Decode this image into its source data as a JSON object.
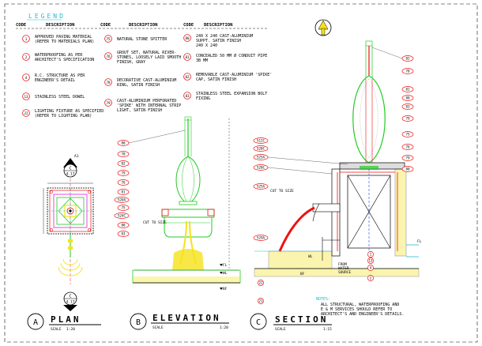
{
  "legend": {
    "title": "LEGEND",
    "columns": [
      {
        "code_header": "CODE",
        "desc_header": "DESCRIPTION"
      },
      {
        "code_header": "CODE",
        "desc_header": "DESCRIPTION"
      },
      {
        "code_header": "CODE",
        "desc_header": "DESCRIPTION"
      }
    ],
    "col1": [
      {
        "code": "1",
        "l1": "APPROVED PAVING MATERIAL",
        "l2": "(REFER TO MATERIALS PLAN)"
      },
      {
        "code": "2",
        "l1": "WATERPROOFING AS PER",
        "l2": "ARCHITECT'S SPECIFICATION"
      },
      {
        "code": "4",
        "l1": "R.C. STRUCTURE AS PER",
        "l2": "ENGINEER'S DETAIL"
      },
      {
        "code": "13",
        "l1": "STAINLESS STEEL DOWEL",
        "l2": ""
      },
      {
        "code": "22",
        "l1": "LIGHTING FIXTURE AS SPECIFIED",
        "l2": "(REFER TO LIGHTING PLAN)"
      }
    ],
    "col2": [
      {
        "code": "75",
        "l1": "NATURAL STONE SPITTER",
        "l2": "",
        "l3": ""
      },
      {
        "code": "76",
        "l1": "GROUT SET, NATURAL RIVER-",
        "l2": "STONES, LOOSELY LAID SMOOTH",
        "l3": "FINISH, GRAY"
      },
      {
        "code": "78",
        "l1": "DECORATIVE CAST-ALUMINIUM",
        "l2": "RING, SATIN FINISH",
        "l3": ""
      },
      {
        "code": "79",
        "l1": "CAST-ALUMINIUM PERFORATED",
        "l2": "'SPIKE' WITH INTERNAL STRIP",
        "l3": "LIGHT, SATIN FINISH"
      }
    ],
    "col3": [
      {
        "code": "80",
        "l1": "240 X 240 CAST-ALUMINIUM",
        "l2": "SUPPT. SATIN FINISH",
        "l3": "240 X 240"
      },
      {
        "code": "81",
        "l1": "CONCEALED 50 MM Ø CONDUIT PIPE",
        "l2": "3B MM",
        "l3": ""
      },
      {
        "code": "82",
        "l1": "REMOVABLE CAST-ALUMINIUM 'SPIKE'",
        "l2": "CAP, SATIN FINISH",
        "l3": ""
      },
      {
        "code": "83",
        "l1": "STAINLESS STEEL EXPANSION BOLT",
        "l2": "FIXING",
        "l3": ""
      }
    ]
  },
  "views": {
    "plan": {
      "letter": "A",
      "title": "PLAN",
      "scale_label": "SCALE",
      "scale": "1:20"
    },
    "elevation": {
      "letter": "B",
      "title": "ELEVATION",
      "scale_label": "SCALE",
      "scale": "1:20"
    },
    "section": {
      "letter": "C",
      "title": "SECTION",
      "scale_label": "SCALE",
      "scale": "1:15"
    }
  },
  "plan_markers": {
    "top_num": "C",
    "top_sheet": "4.17",
    "bottom_num": "C",
    "bottom_sheet": "4.17",
    "top_label": "A1"
  },
  "elevation_tags": {
    "left": [
      "80",
      "78",
      "82",
      "79",
      "76",
      "81",
      "S20A",
      "75",
      "S24C",
      "80",
      "83"
    ],
    "cut_label": "CUT TO SIZE",
    "right": [
      "FL",
      "WL",
      "BF"
    ]
  },
  "section_tags": {
    "left": [
      "S12C",
      "S20C",
      "S25A",
      "S20C",
      "S25A",
      "S29A"
    ],
    "cut_label": "CUT TO SIZE",
    "right": [
      "82",
      "78",
      "81",
      "80",
      "83",
      "79",
      "75",
      "76",
      "79",
      "80",
      "1",
      "4",
      "2",
      "13"
    ],
    "flow_label_1": "FROM",
    "flow_label_2": "WATER",
    "flow_label_3": "SOURCE",
    "levels": [
      "FL",
      "WL",
      "BF"
    ],
    "bottom_tags": [
      "22",
      "21"
    ]
  },
  "note": {
    "title": "NOTES:",
    "l1": "ALL STRUCTURAL, WATERPROOFING AND",
    "l2": "E & M SERVICES SHOULD REFER TO",
    "l3": "ARCHITECT'S AND ENGINEER'S DETAILS."
  },
  "colors": {
    "green": "#22cc22",
    "red": "#ee1111",
    "yellow": "#f5e21a",
    "magenta": "#dd22dd",
    "blue": "#2244dd",
    "cyan": "#22bbcc"
  }
}
